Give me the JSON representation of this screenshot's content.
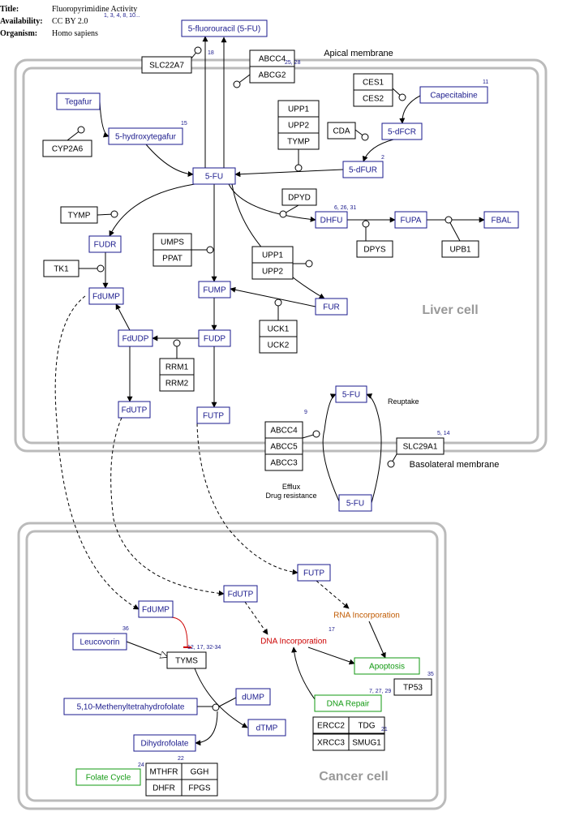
{
  "header": {
    "title_label": "Title:",
    "title": "Fluoropyrimidine Activity",
    "availability_label": "Availability:",
    "availability": "CC BY 2.0",
    "availability_refs": "1, 3, 4, 8, 10...",
    "organism_label": "Organism:",
    "organism": "Homo sapiens"
  },
  "colors": {
    "metabolite": "#1a1a8c",
    "gene": "#000000",
    "process_red": "#cc0000",
    "process_orange": "#c05a00",
    "process_green": "#119911",
    "compartment": "#bbbbbb",
    "label_gray": "#999999"
  },
  "compartments": [
    {
      "id": "liver",
      "label": "Liver cell"
    },
    {
      "id": "cancer",
      "label": "Cancer cell"
    }
  ],
  "labels": [
    {
      "id": "apical",
      "text": "Apical membrane"
    },
    {
      "id": "basolateral",
      "text": "Basolateral membrane"
    },
    {
      "id": "reuptake",
      "text": "Reuptake"
    },
    {
      "id": "efflux",
      "text": "Efflux"
    },
    {
      "id": "drugres",
      "text": "Drug resistance"
    }
  ],
  "nodes": [
    {
      "id": "fu_top",
      "text": "5-fluorouracil (5-FU)",
      "kind": "metabolite"
    },
    {
      "id": "slc22a7",
      "text": "SLC22A7",
      "kind": "gene"
    },
    {
      "id": "abcc4_top",
      "text": "ABCC4",
      "kind": "gene"
    },
    {
      "id": "abcg2",
      "text": "ABCG2",
      "kind": "gene"
    },
    {
      "id": "tegafur",
      "text": "Tegafur",
      "kind": "metabolite"
    },
    {
      "id": "cyp2a6",
      "text": "CYP2A6",
      "kind": "gene"
    },
    {
      "id": "hydroxytegafur",
      "text": "5-hydroxytegafur",
      "kind": "metabolite"
    },
    {
      "id": "upp1_a",
      "text": "UPP1",
      "kind": "gene"
    },
    {
      "id": "upp2_a",
      "text": "UPP2",
      "kind": "gene"
    },
    {
      "id": "tymp_a",
      "text": "TYMP",
      "kind": "gene"
    },
    {
      "id": "ces1",
      "text": "CES1",
      "kind": "gene"
    },
    {
      "id": "ces2",
      "text": "CES2",
      "kind": "gene"
    },
    {
      "id": "capecitabine",
      "text": "Capecitabine",
      "kind": "metabolite"
    },
    {
      "id": "cda",
      "text": "CDA",
      "kind": "gene"
    },
    {
      "id": "dfcr",
      "text": "5-dFCR",
      "kind": "metabolite"
    },
    {
      "id": "dfur",
      "text": "5-dFUR",
      "kind": "metabolite"
    },
    {
      "id": "fu_main",
      "text": "5-FU",
      "kind": "metabolite"
    },
    {
      "id": "dpyd",
      "text": "DPYD",
      "kind": "gene"
    },
    {
      "id": "tymp_b",
      "text": "TYMP",
      "kind": "gene"
    },
    {
      "id": "dhfu",
      "text": "DHFU",
      "kind": "metabolite"
    },
    {
      "id": "fupa",
      "text": "FUPA",
      "kind": "metabolite"
    },
    {
      "id": "fbal",
      "text": "FBAL",
      "kind": "metabolite"
    },
    {
      "id": "dpys",
      "text": "DPYS",
      "kind": "gene"
    },
    {
      "id": "upb1",
      "text": "UPB1",
      "kind": "gene"
    },
    {
      "id": "fudr",
      "text": "FUDR",
      "kind": "metabolite"
    },
    {
      "id": "umps",
      "text": "UMPS",
      "kind": "gene"
    },
    {
      "id": "ppat",
      "text": "PPAT",
      "kind": "gene"
    },
    {
      "id": "upp1_b",
      "text": "UPP1",
      "kind": "gene"
    },
    {
      "id": "upp2_b",
      "text": "UPP2",
      "kind": "gene"
    },
    {
      "id": "tk1",
      "text": "TK1",
      "kind": "gene"
    },
    {
      "id": "fdump_l",
      "text": "FdUMP",
      "kind": "metabolite"
    },
    {
      "id": "fump",
      "text": "FUMP",
      "kind": "metabolite"
    },
    {
      "id": "fur",
      "text": "FUR",
      "kind": "metabolite"
    },
    {
      "id": "uck1",
      "text": "UCK1",
      "kind": "gene"
    },
    {
      "id": "uck2",
      "text": "UCK2",
      "kind": "gene"
    },
    {
      "id": "fdudp",
      "text": "FdUDP",
      "kind": "metabolite"
    },
    {
      "id": "fudp",
      "text": "FUDP",
      "kind": "metabolite"
    },
    {
      "id": "rrm1",
      "text": "RRM1",
      "kind": "gene"
    },
    {
      "id": "rrm2",
      "text": "RRM2",
      "kind": "gene"
    },
    {
      "id": "fdutp_l",
      "text": "FdUTP",
      "kind": "metabolite"
    },
    {
      "id": "futp_l",
      "text": "FUTP",
      "kind": "metabolite"
    },
    {
      "id": "fu_reup",
      "text": "5-FU",
      "kind": "metabolite"
    },
    {
      "id": "fu_eff",
      "text": "5-FU",
      "kind": "metabolite"
    },
    {
      "id": "abcc4_b",
      "text": "ABCC4",
      "kind": "gene"
    },
    {
      "id": "abcc5",
      "text": "ABCC5",
      "kind": "gene"
    },
    {
      "id": "abcc3",
      "text": "ABCC3",
      "kind": "gene"
    },
    {
      "id": "slc29a1",
      "text": "SLC29A1",
      "kind": "gene"
    },
    {
      "id": "futp_c",
      "text": "FUTP",
      "kind": "metabolite"
    },
    {
      "id": "fdutp_c",
      "text": "FdUTP",
      "kind": "metabolite"
    },
    {
      "id": "fdump_c",
      "text": "FdUMP",
      "kind": "metabolite"
    },
    {
      "id": "rna_inc",
      "text": "RNA Incorporation",
      "kind": "process_orange"
    },
    {
      "id": "dna_inc",
      "text": "DNA Incorporation",
      "kind": "process_red"
    },
    {
      "id": "leucovorin",
      "text": "Leucovorin",
      "kind": "metabolite"
    },
    {
      "id": "tyms",
      "text": "TYMS",
      "kind": "gene"
    },
    {
      "id": "apoptosis",
      "text": "Apoptosis",
      "kind": "process_green"
    },
    {
      "id": "tp53",
      "text": "TP53",
      "kind": "gene"
    },
    {
      "id": "dna_repair",
      "text": "DNA Repair",
      "kind": "process_green"
    },
    {
      "id": "methenyl",
      "text": "5,10-Methenyltetrahydrofolate",
      "kind": "metabolite"
    },
    {
      "id": "dump",
      "text": "dUMP",
      "kind": "metabolite"
    },
    {
      "id": "dtmp",
      "text": "dTMP",
      "kind": "metabolite"
    },
    {
      "id": "dihydrofolate",
      "text": "Dihydrofolate",
      "kind": "metabolite"
    },
    {
      "id": "ercc2",
      "text": "ERCC2",
      "kind": "gene"
    },
    {
      "id": "tdg",
      "text": "TDG",
      "kind": "gene"
    },
    {
      "id": "xrcc3",
      "text": "XRCC3",
      "kind": "gene"
    },
    {
      "id": "smug1",
      "text": "SMUG1",
      "kind": "gene"
    },
    {
      "id": "folate_cycle",
      "text": "Folate Cycle",
      "kind": "process_green"
    },
    {
      "id": "mthfr",
      "text": "MTHFR",
      "kind": "gene"
    },
    {
      "id": "ggh",
      "text": "GGH",
      "kind": "gene"
    },
    {
      "id": "dhfr",
      "text": "DHFR",
      "kind": "gene"
    },
    {
      "id": "fpgs",
      "text": "FPGS",
      "kind": "gene"
    }
  ],
  "refs": [
    {
      "id": "r18",
      "text": "18"
    },
    {
      "id": "r25",
      "text": "25, 28"
    },
    {
      "id": "r11",
      "text": "11"
    },
    {
      "id": "r15",
      "text": "15"
    },
    {
      "id": "r2",
      "text": "2"
    },
    {
      "id": "r6",
      "text": "6, 26, 31"
    },
    {
      "id": "r9",
      "text": "9"
    },
    {
      "id": "r5",
      "text": "5, 14"
    },
    {
      "id": "r17",
      "text": "17"
    },
    {
      "id": "r36",
      "text": "36"
    },
    {
      "id": "r12",
      "text": "12, 17, 32-34"
    },
    {
      "id": "r35",
      "text": "35"
    },
    {
      "id": "r7",
      "text": "7, 27, 29"
    },
    {
      "id": "r21",
      "text": "21"
    },
    {
      "id": "r22",
      "text": "22"
    },
    {
      "id": "r24",
      "text": "24"
    }
  ]
}
